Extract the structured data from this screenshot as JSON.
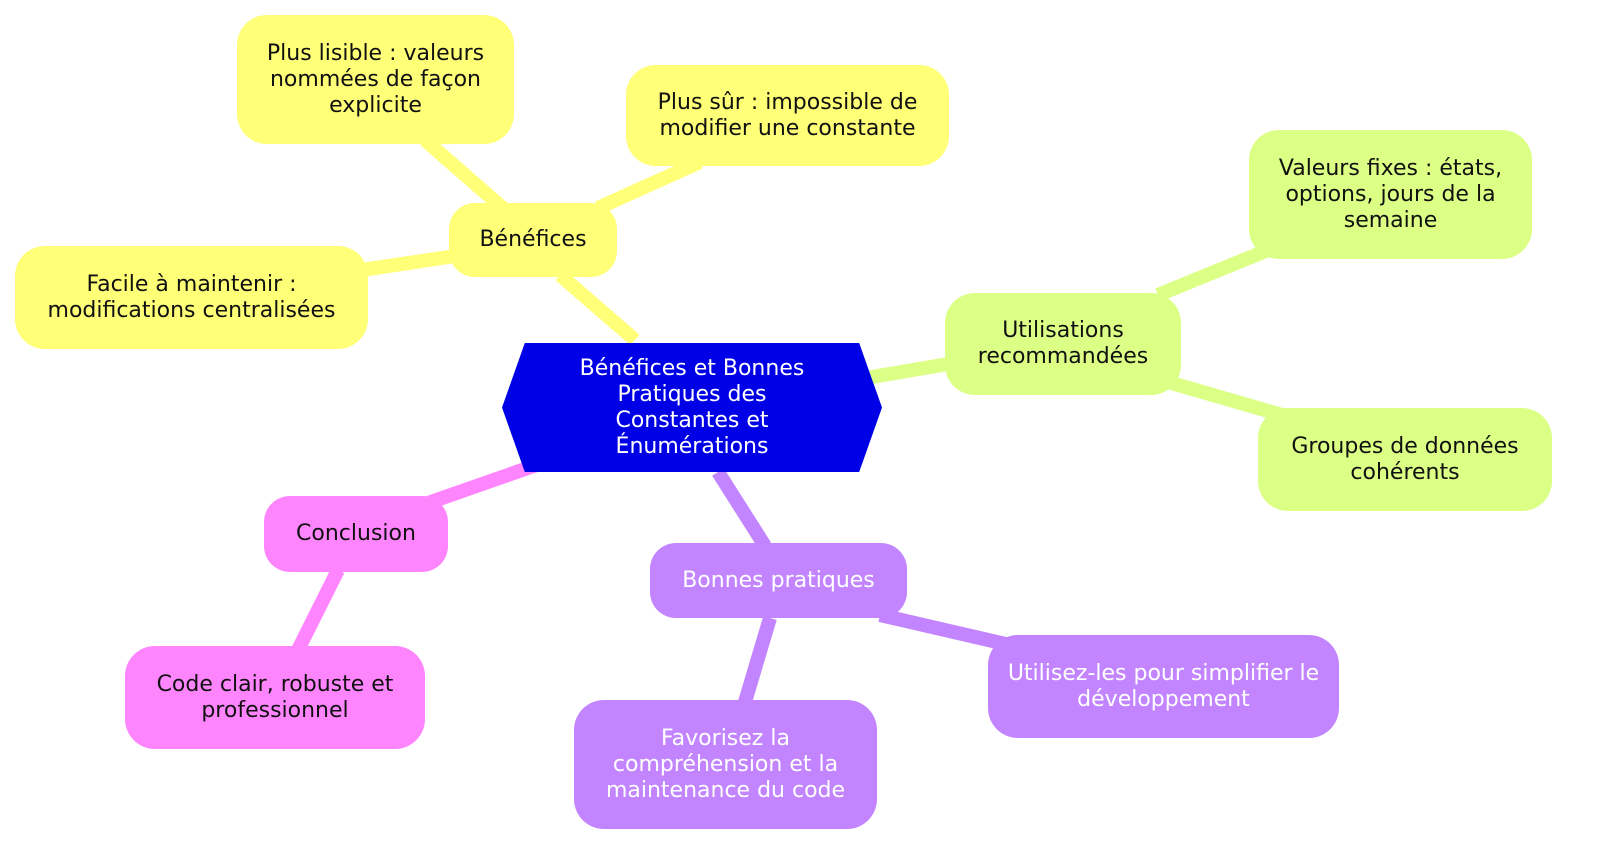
{
  "root": {
    "label": "Bénéfices et Bonnes Pratiques des Constantes et Énumérations"
  },
  "branches": {
    "benefices": {
      "label": "Bénéfices",
      "children": [
        "Plus lisible : valeurs nommées de façon explicite",
        "Plus sûr : impossible de modifier une constante",
        "Facile à maintenir : modifications centralisées"
      ]
    },
    "utilisations": {
      "label": "Utilisations recommandées",
      "children": [
        "Valeurs fixes : états, options, jours de la semaine",
        "Groupes de données cohérents"
      ]
    },
    "bonnes_pratiques": {
      "label": "Bonnes pratiques",
      "children": [
        "Utilisez-les pour simplifier le développement",
        "Favorisez la compréhension et la maintenance du code"
      ]
    },
    "conclusion": {
      "label": "Conclusion",
      "children": [
        "Code clair, robuste et professionnel"
      ]
    }
  },
  "colors": {
    "root": "#0000e6",
    "yellow": "#ffff78",
    "green": "#dcff85",
    "purple": "#c285ff",
    "pink": "#ff85ff"
  }
}
